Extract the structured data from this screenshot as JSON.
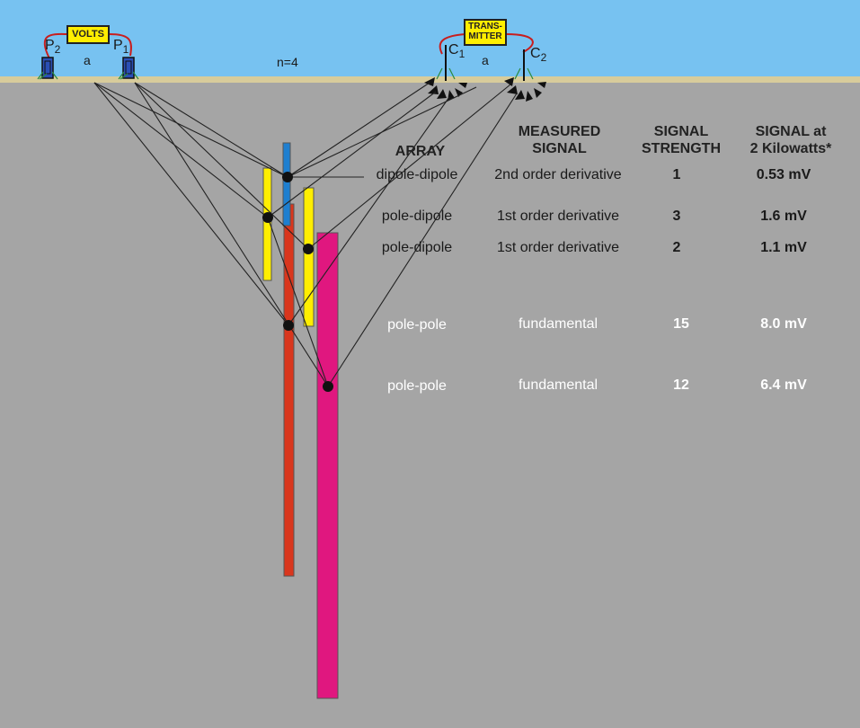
{
  "colors": {
    "sky": "#77c2f1",
    "ground": "#a5a5a5",
    "surface": "#d8cc9b",
    "label_box": "#ffee00",
    "wire": "#c81e1e",
    "body_yellow": "#ffee00",
    "body_blue": "#1e7fd0",
    "body_red": "#d9361d",
    "body_magenta": "#e0177f",
    "point": "#111111"
  },
  "labels": {
    "volts": "VOLTS",
    "transmitter_line1": "TRANS-",
    "transmitter_line2": "MITTER",
    "p2": "P",
    "p2_sub": "2",
    "p1": "P",
    "p1_sub": "1",
    "c1": "C",
    "c1_sub": "1",
    "c2": "C",
    "c2_sub": "2",
    "spacing_left": "a",
    "spacing_right": "a",
    "n_value": "n=4"
  },
  "table": {
    "headers": {
      "array": "ARRAY",
      "measured_line1": "MEASURED",
      "measured_line2": "SIGNAL",
      "strength_line1": "SIGNAL",
      "strength_line2": "STRENGTH",
      "power_line1": "SIGNAL at",
      "power_line2": "2 Kilowatts*"
    },
    "rows": [
      {
        "array": "dipole-dipole",
        "signal": "2nd order derivative",
        "strength": "1",
        "value": "0.53 mV"
      },
      {
        "array": "pole-dipole",
        "signal": "1st order derivative",
        "strength": "3",
        "value": "1.6 mV"
      },
      {
        "array": "pole-dipole",
        "signal": "1st order derivative",
        "strength": "2",
        "value": "1.1 mV"
      },
      {
        "array": "pole-pole",
        "signal": "fundamental",
        "strength": "15",
        "value": "8.0 mV"
      },
      {
        "array": "pole-pole",
        "signal": "fundamental",
        "strength": "12",
        "value": "6.4 mV"
      }
    ]
  }
}
